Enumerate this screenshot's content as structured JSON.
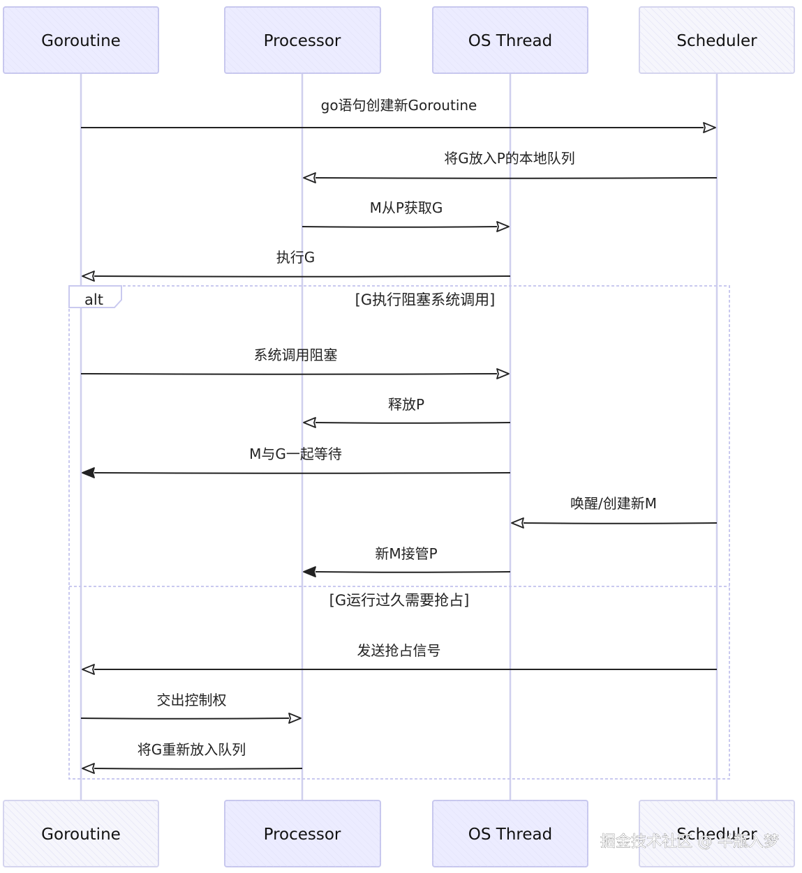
{
  "actors": [
    {
      "id": "goroutine",
      "label": "Goroutine"
    },
    {
      "id": "processor",
      "label": "Processor"
    },
    {
      "id": "osthread",
      "label": "OS Thread"
    },
    {
      "id": "scheduler",
      "label": "Scheduler"
    }
  ],
  "messages": [
    {
      "id": "create",
      "from": "goroutine",
      "to": "scheduler",
      "label": "go语句创建新Goroutine",
      "arrow": "open"
    },
    {
      "id": "enqueue",
      "from": "scheduler",
      "to": "processor",
      "label": "将G放入P的本地队列",
      "arrow": "open"
    },
    {
      "id": "fetch",
      "from": "processor",
      "to": "osthread",
      "label": "M从P获取G",
      "arrow": "open"
    },
    {
      "id": "exec",
      "from": "osthread",
      "to": "goroutine",
      "label": "执行G",
      "arrow": "open"
    },
    {
      "id": "syscall",
      "from": "goroutine",
      "to": "osthread",
      "label": "系统调用阻塞",
      "arrow": "open"
    },
    {
      "id": "release",
      "from": "osthread",
      "to": "processor",
      "label": "释放P",
      "arrow": "open"
    },
    {
      "id": "wait",
      "from": "osthread",
      "to": "goroutine",
      "label": "M与G一起等待",
      "arrow": "filled"
    },
    {
      "id": "wake",
      "from": "scheduler",
      "to": "osthread",
      "label": "唤醒/创建新M",
      "arrow": "open"
    },
    {
      "id": "takeover",
      "from": "osthread",
      "to": "processor",
      "label": "新M接管P",
      "arrow": "filled"
    },
    {
      "id": "signal",
      "from": "scheduler",
      "to": "goroutine",
      "label": "发送抢占信号",
      "arrow": "open"
    },
    {
      "id": "yield",
      "from": "goroutine",
      "to": "processor",
      "label": "交出控制权",
      "arrow": "open"
    },
    {
      "id": "requeue",
      "from": "processor",
      "to": "goroutine",
      "label": "将G重新放入队列",
      "arrow": "open"
    }
  ],
  "alt_frame": {
    "keyword": "alt",
    "sections": [
      {
        "condition": "[G执行阻塞系统调用]"
      },
      {
        "condition": "[G运行过久需要抢占]"
      }
    ]
  },
  "watermark": "掘金技术社区 @ 半瓶入梦",
  "colors": {
    "actor_fill": "#ececff",
    "actor_stroke": "#c7c7ee",
    "lifeline": "#cfcfee",
    "arrow": "#222222",
    "frame": "#c9c9ef"
  }
}
